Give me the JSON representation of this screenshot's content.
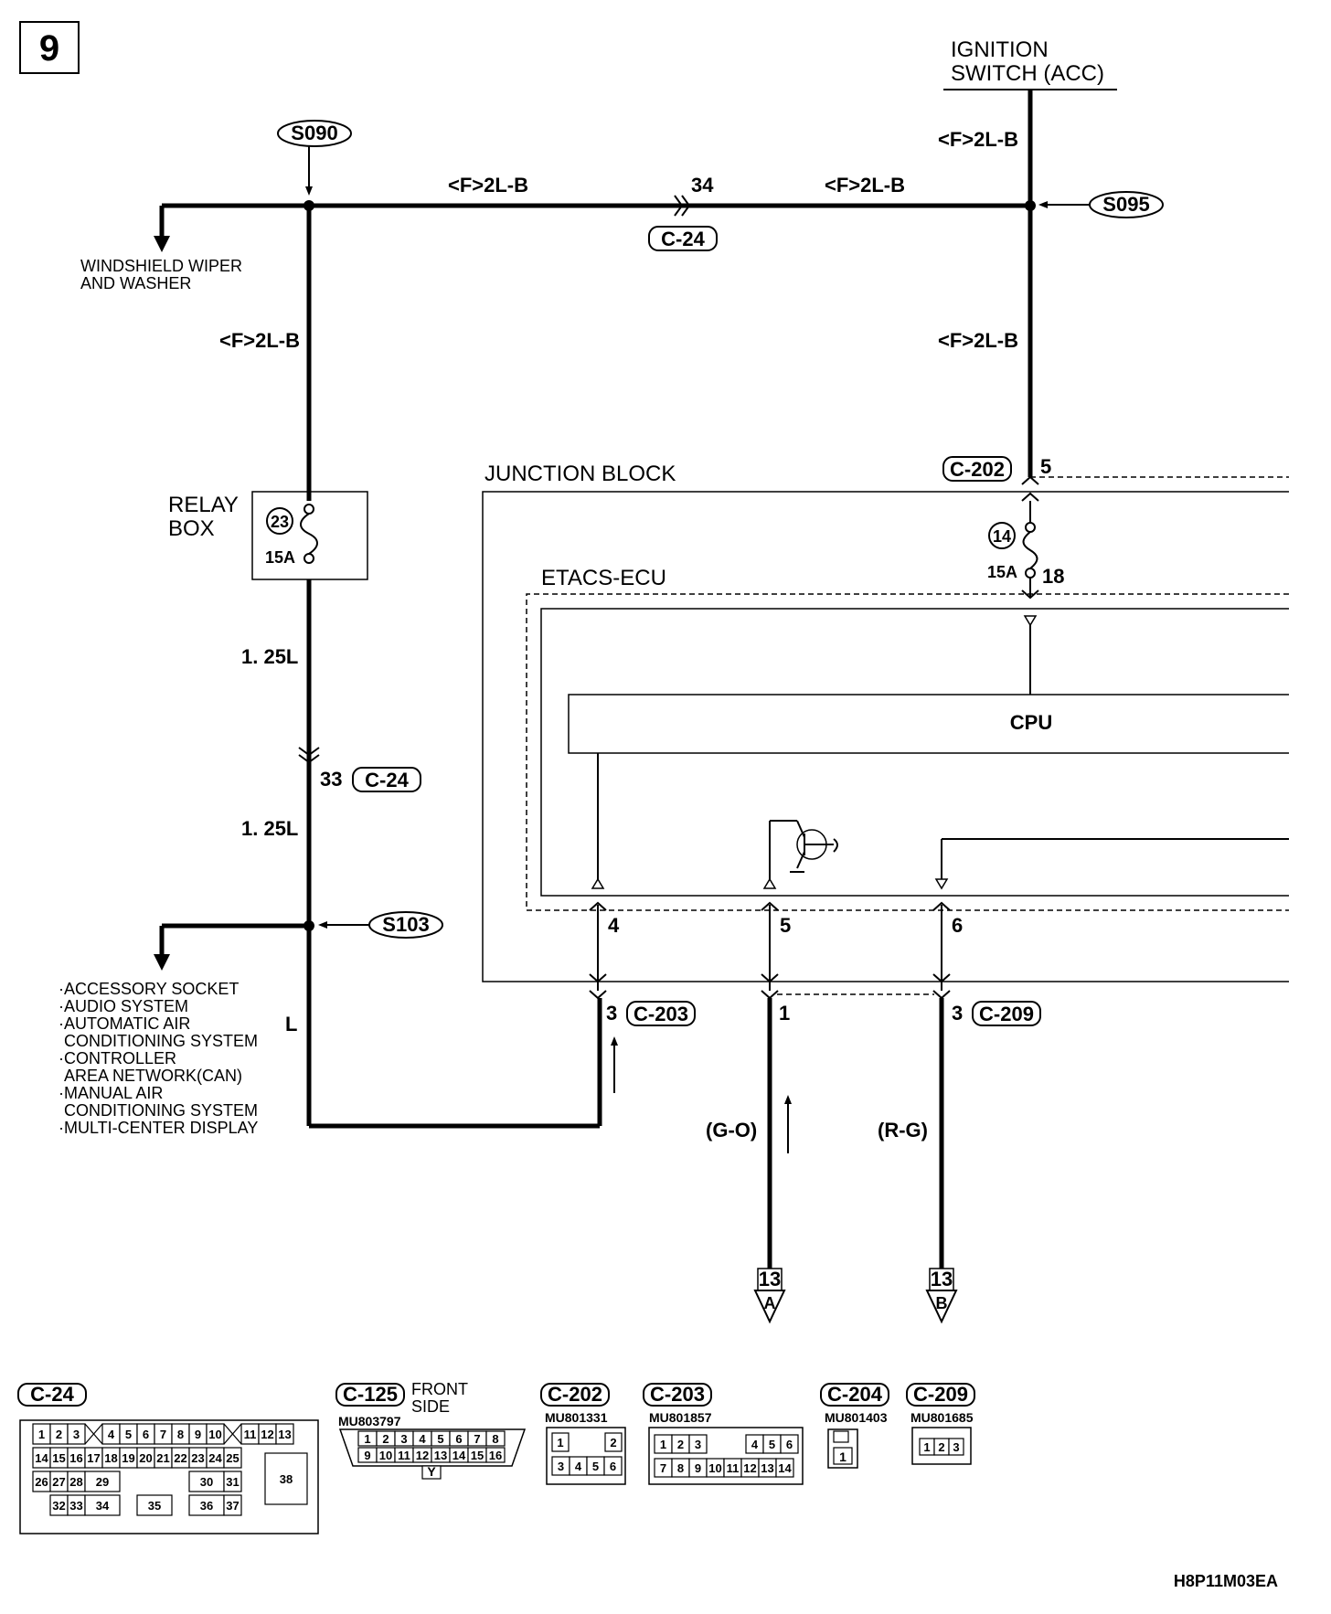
{
  "page_number": "9",
  "ignition_switch": {
    "line1": "IGNITION",
    "line2": "SWITCH (ACC)"
  },
  "splices": {
    "s090": "S090",
    "s095": "S095",
    "s103": "S103"
  },
  "wire_labels": {
    "f2lb": "<F>2L-B",
    "l125": "1. 25L",
    "l": "L",
    "go": "(G-O)",
    "rg": "(R-G)"
  },
  "connectors": {
    "c24": "C-24",
    "c202": "C-202",
    "c203": "C-203",
    "c209": "C-209",
    "c125": "C-125",
    "c204": "C-204"
  },
  "pins": {
    "p34": "34",
    "p33": "33",
    "p5": "5",
    "p18": "18",
    "p4": "4",
    "p5b": "5",
    "p6": "6",
    "p3a": "3",
    "p1": "1",
    "p3b": "3"
  },
  "windshield": {
    "line1": "WINDSHIELD WIPER",
    "line2": "AND WASHER"
  },
  "relay_box": {
    "line1": "RELAY",
    "line2": "BOX",
    "fuse_no": "23",
    "amp": "15A"
  },
  "junction_block": "JUNCTION BLOCK",
  "etacs": "ETACS-ECU",
  "fuse14": {
    "no": "14",
    "amp": "15A"
  },
  "cpu": "CPU",
  "accessories": [
    "·ACCESSORY SOCKET",
    "·AUDIO SYSTEM",
    "·AUTOMATIC AIR",
    "CONDITIONING SYSTEM",
    "·CONTROLLER",
    "AREA NETWORK(CAN)",
    "·MANUAL AIR",
    "CONDITIONING SYSTEM",
    "·MULTI-CENTER DISPLAY"
  ],
  "terminals": {
    "a_num": "13",
    "a_letter": "A",
    "b_num": "13",
    "b_letter": "B"
  },
  "connector_views": {
    "c24_label": "C-24",
    "c125_label": "C-125",
    "c125_note1": "FRONT",
    "c125_note2": "SIDE",
    "c125_part": "MU803797",
    "c202_label": "C-202",
    "c202_part": "MU801331",
    "c203_label": "C-203",
    "c203_part": "MU801857",
    "c204_label": "C-204",
    "c204_part": "MU801403",
    "c209_label": "C-209",
    "c209_part": "MU801685"
  },
  "c24_pins": [
    "1",
    "2",
    "3",
    "4",
    "5",
    "6",
    "7",
    "8",
    "9",
    "10",
    "11",
    "12",
    "13",
    "14",
    "15",
    "16",
    "17",
    "18",
    "19",
    "20",
    "21",
    "22",
    "23",
    "24",
    "25",
    "26",
    "27",
    "28",
    "29",
    "30",
    "31",
    "32",
    "33",
    "34",
    "35",
    "36",
    "37",
    "38"
  ],
  "c125_row1": [
    "1",
    "2",
    "3",
    "4",
    "5",
    "6",
    "7",
    "8"
  ],
  "c125_row2": [
    "9",
    "10",
    "11",
    "12",
    "13",
    "14",
    "15",
    "16"
  ],
  "c125_key": "Y",
  "c202_row1": [
    "1",
    "2"
  ],
  "c202_row2": [
    "3",
    "4",
    "5",
    "6"
  ],
  "c203_row1": [
    "1",
    "2",
    "3",
    "4",
    "5",
    "6"
  ],
  "c203_row2": [
    "7",
    "8",
    "9",
    "10",
    "11",
    "12",
    "13",
    "14"
  ],
  "c204_pin": "1",
  "c209_pins": [
    "1",
    "2",
    "3"
  ],
  "diagram_code": "H8P11M03EA"
}
